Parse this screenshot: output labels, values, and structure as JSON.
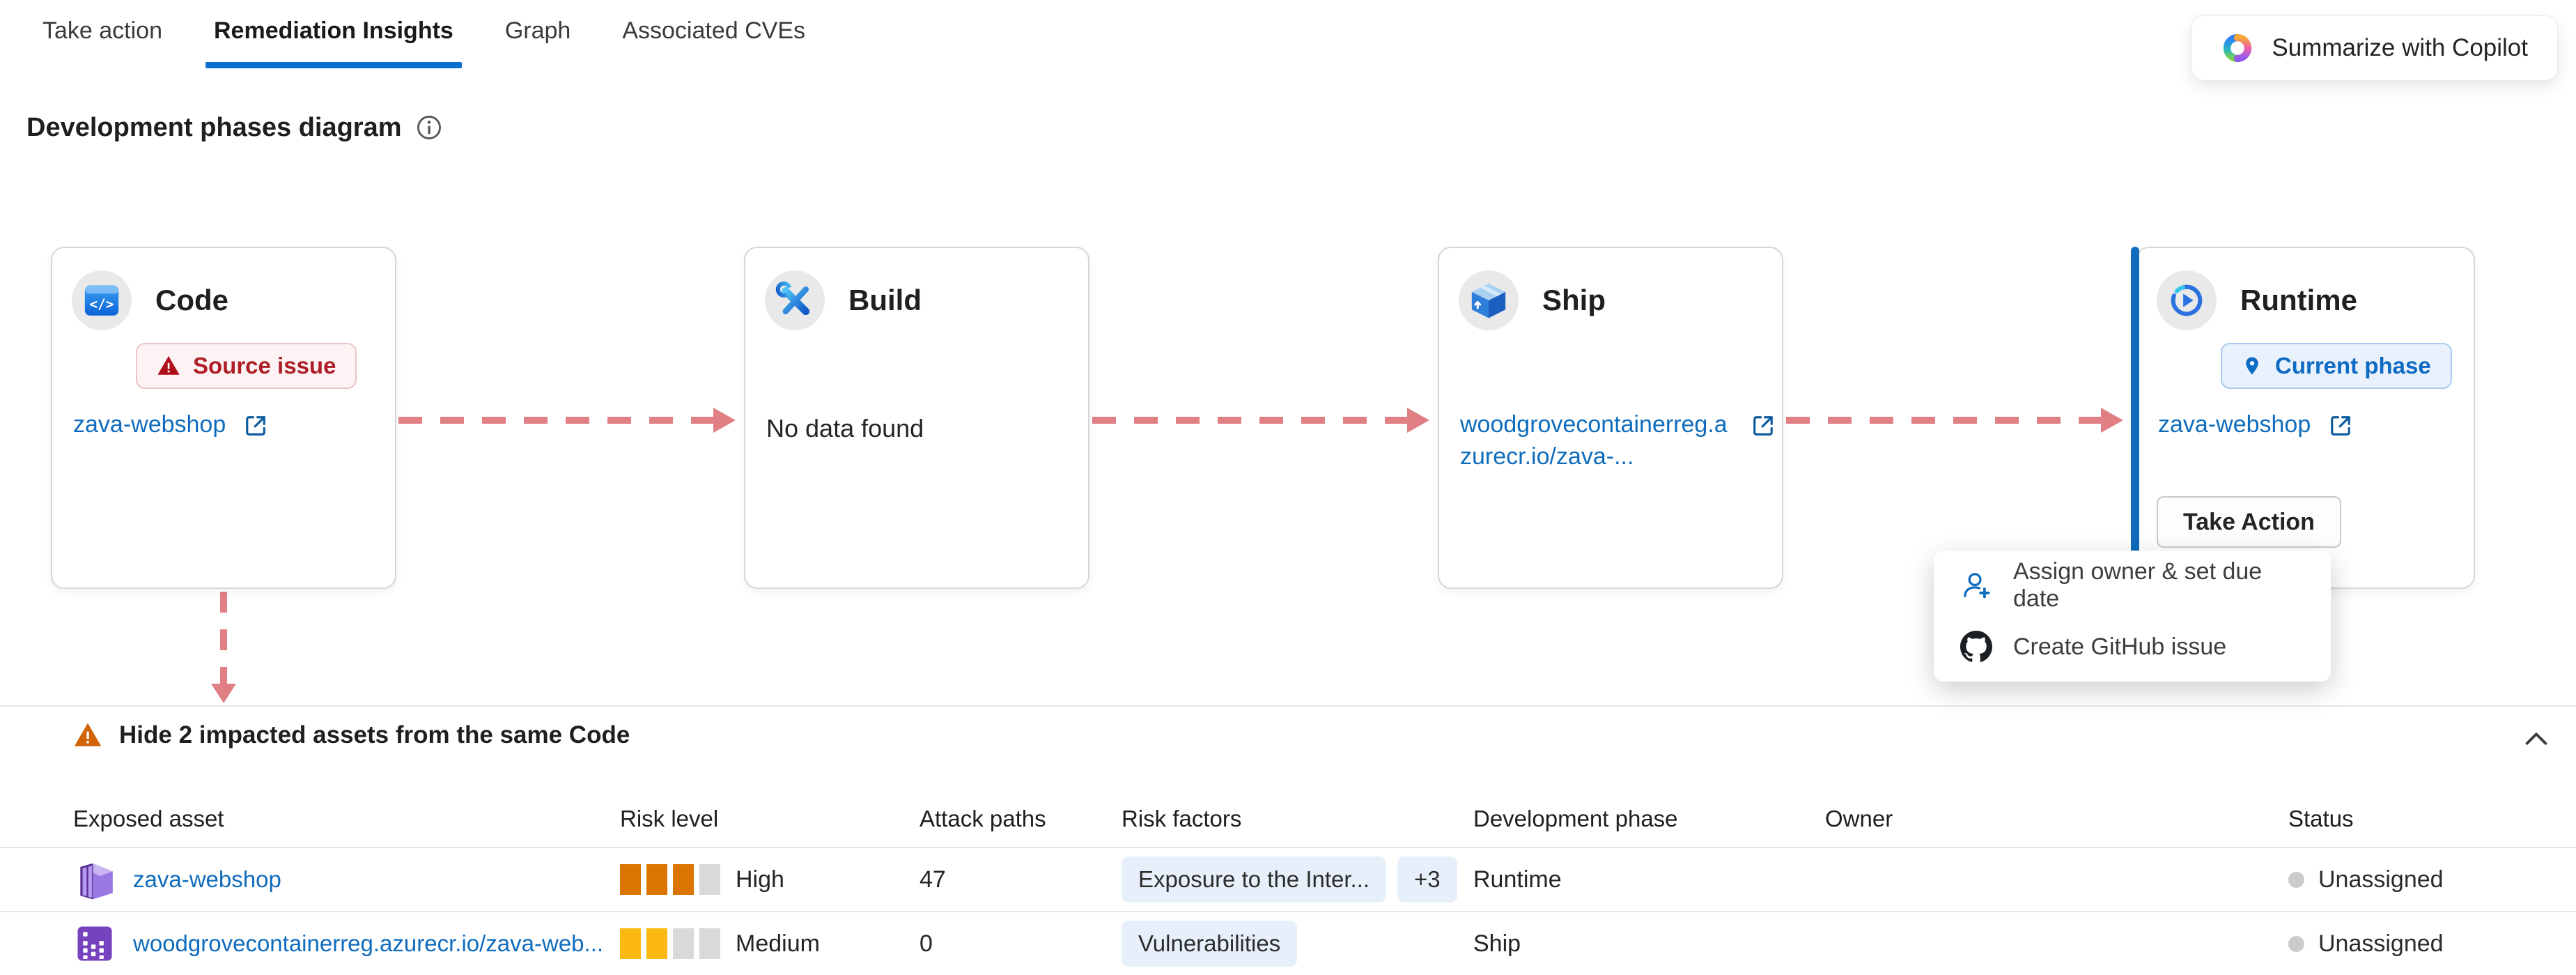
{
  "tabs": {
    "items": [
      {
        "label": "Take action"
      },
      {
        "label": "Remediation Insights",
        "active": true
      },
      {
        "label": "Graph"
      },
      {
        "label": "Associated CVEs"
      }
    ]
  },
  "copilot_button": {
    "label": "Summarize with Copilot"
  },
  "section": {
    "title": "Development phases diagram"
  },
  "phases": [
    {
      "title": "Code",
      "icon": "code-window-icon",
      "badge": "Source issue",
      "link": "zava-webshop"
    },
    {
      "title": "Build",
      "icon": "tools-icon",
      "empty_text": "No data found"
    },
    {
      "title": "Ship",
      "icon": "package-icon",
      "link": "woodgrovecontainerreg.azurecr.io/zava-..."
    },
    {
      "title": "Runtime",
      "icon": "runtime-icon",
      "badge": "Current phase",
      "link": "zava-webshop",
      "action_button": "Take Action"
    }
  ],
  "take_action_menu": {
    "items": [
      {
        "icon": "person-add-icon",
        "label": "Assign owner & set due date"
      },
      {
        "icon": "github-icon",
        "label": "Create GitHub issue"
      }
    ]
  },
  "impacted_section": {
    "title": "Hide 2 impacted assets from the same Code"
  },
  "table": {
    "columns": [
      "Exposed asset",
      "Risk level",
      "Attack paths",
      "Risk factors",
      "Development phase",
      "Owner",
      "Status"
    ],
    "rows": [
      {
        "asset": "zava-webshop",
        "asset_icon": "container-app-icon",
        "risk_level": "High",
        "risk_meter": {
          "filled": 3,
          "total": 4,
          "color": "#db7500"
        },
        "attack_paths": "47",
        "risk_factors": [
          "Exposure to the Inter..."
        ],
        "more_count": "+3",
        "phase": "Runtime",
        "owner": "",
        "status": "Unassigned"
      },
      {
        "asset": "woodgrovecontainerreg.azurecr.io/zava-web...",
        "asset_icon": "container-registry-icon",
        "risk_level": "Medium",
        "risk_meter": {
          "filled": 2,
          "total": 4,
          "color": "#fdb913"
        },
        "attack_paths": "0",
        "risk_factors": [
          "Vulnerabilities"
        ],
        "more_count": "",
        "phase": "Ship",
        "owner": "",
        "status": "Unassigned"
      }
    ]
  },
  "colors": {
    "accent": "#0f6cbd",
    "tab_underline": "#0c6fd0",
    "arrow": "#e08085",
    "error_text": "#ae1d25",
    "error_bg": "#fdf3f4",
    "current_badge_bg": "#e9f2fc",
    "risk_high": "#db7500",
    "risk_medium": "#fdb913",
    "meter_empty": "#d9d9d9",
    "chip_bg": "#e7f0fa",
    "runtime_accent": "#0f6cbd"
  }
}
